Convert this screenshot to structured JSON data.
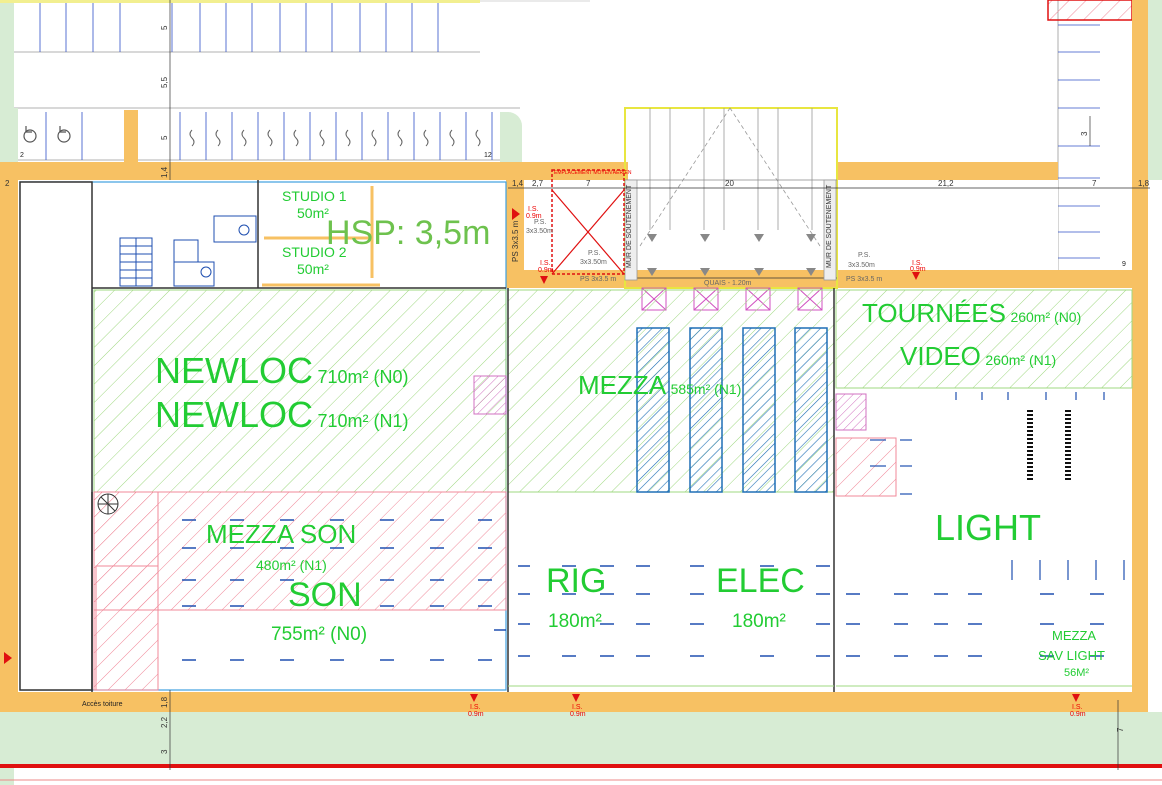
{
  "title": "HSP: 3,5m",
  "rooms": {
    "studio1": {
      "name": "STUDIO 1",
      "area": "50m²"
    },
    "studio2": {
      "name": "STUDIO 2",
      "area": "50m²"
    },
    "newloc_n0": {
      "name": "NEWLOC",
      "area": "710m² (N0)"
    },
    "newloc_n1": {
      "name": "NEWLOC",
      "area": "710m² (N1)"
    },
    "mezza": {
      "name": "MEZZA",
      "area": "585m² (N1)"
    },
    "tournees": {
      "name": "TOURNÉES",
      "area": "260m² (N0)"
    },
    "video": {
      "name": "VIDEO",
      "area": "260m² (N1)"
    },
    "mezza_son": {
      "name": "MEZZA SON",
      "area": "480m² (N1)"
    },
    "son": {
      "name": "SON",
      "area": "755m² (N0)"
    },
    "rig": {
      "name": "RIG",
      "area": "180m²"
    },
    "elec": {
      "name": "ELEC",
      "area": "180m²"
    },
    "light": {
      "name": "LIGHT"
    },
    "mezza_sav": {
      "line1": "MEZZA",
      "line2": "SAV LIGHT",
      "area": "56M²"
    }
  },
  "annotations": {
    "ps1": "P.S.",
    "ps1_size": "3x3.50m",
    "ps2": "P.S.",
    "ps2_size": "3x3.50m",
    "ps3": "P.S.",
    "ps3_size": "3x3.50m",
    "ps_vertical1": "PS 3x3.5 m",
    "ps_vertical2": "PS 3x3.5 m",
    "ps_vertical3": "PS 3x3.5 m",
    "mur1": "MUR DE SOUTENEMENT",
    "mur2": "MUR DE SOUTENEMENT",
    "quais": "QUAIS - 1.20m",
    "emplacement": "EMPLACEMENT MOYEN AERIEN",
    "acces_toiture": "Accès toiture",
    "is": "I.S.",
    "is_h": "0.9m",
    "parking_first": "2",
    "parking_last": "12",
    "dim_9": "9"
  },
  "dimensions": {
    "top": [
      "1,4",
      "2,7",
      "7",
      "20",
      "21,2",
      "7",
      "1,8"
    ],
    "top_left": "2",
    "left_vertical": [
      "5",
      "5,5",
      "5",
      "1,4"
    ],
    "bottom_vertical": [
      "1,8",
      "2,2",
      "3"
    ],
    "right_vertical": [
      "3",
      "7"
    ]
  },
  "colors": {
    "wall": "#f7c163",
    "ground": "#d7ecd4",
    "label": "#22cc33",
    "hatch_green": "#9fd880",
    "hatch_red": "#f08a9a",
    "hatch_blue": "#1f6fb5",
    "marker": "#e01010",
    "dock": "#e8e640"
  },
  "icons": [
    "wheelchair-icon",
    "spiral-stair-icon",
    "staircase-icon",
    "fire-exit-icon",
    "bollard-icon"
  ]
}
